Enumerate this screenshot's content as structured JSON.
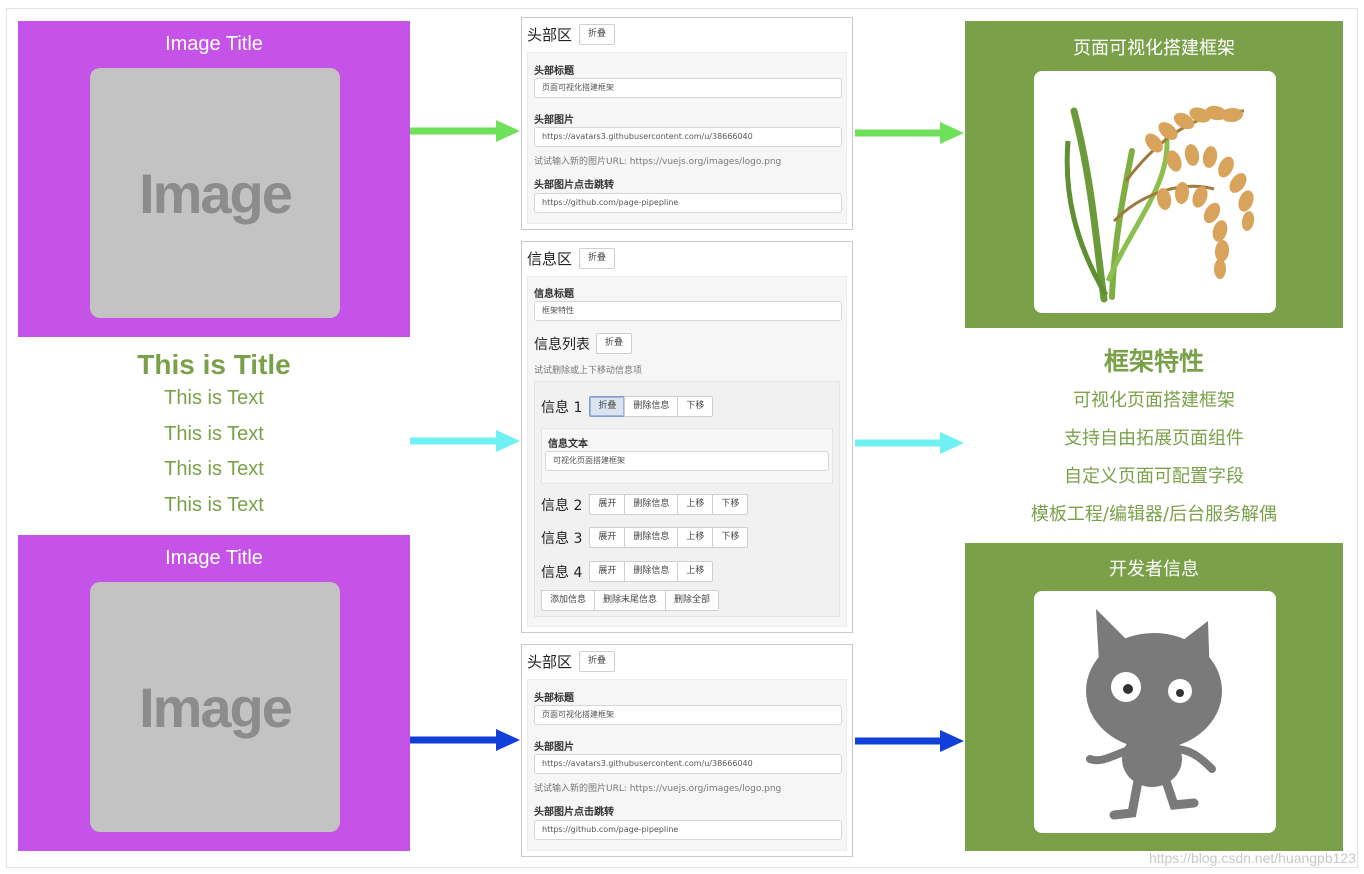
{
  "left": {
    "top_image": {
      "title": "Image Title",
      "placeholder": "Image"
    },
    "text_block": {
      "title": "This is Title",
      "lines": [
        "This is Text",
        "This is Text",
        "This is Text",
        "This is Text"
      ]
    },
    "bottom_image": {
      "title": "Image Title",
      "placeholder": "Image"
    }
  },
  "panels": {
    "header_top": {
      "title": "头部区",
      "collapse_label": "折叠",
      "fields": {
        "title_label": "头部标题",
        "title_value": "页面可视化搭建框架",
        "image_label": "头部图片",
        "image_value": "https://avatars3.githubusercontent.com/u/38666040",
        "hint": "试试输入新的图片URL: https://vuejs.org/images/logo.png",
        "link_label": "头部图片点击跳转",
        "link_value": "https://github.com/page-pipepline"
      }
    },
    "info": {
      "title": "信息区",
      "collapse_label": "折叠",
      "info_title_label": "信息标题",
      "info_title_value": "框架特性",
      "list_title": "信息列表",
      "list_collapse_label": "折叠",
      "list_hint": "试试删除或上下移动信息项",
      "items": [
        {
          "name": "信息 1",
          "buttons": [
            "折叠",
            "删除信息",
            "下移"
          ]
        },
        {
          "name": "信息 2",
          "buttons": [
            "展开",
            "删除信息",
            "上移",
            "下移"
          ]
        },
        {
          "name": "信息 3",
          "buttons": [
            "展开",
            "删除信息",
            "上移",
            "下移"
          ]
        },
        {
          "name": "信息 4",
          "buttons": [
            "展开",
            "删除信息",
            "上移"
          ]
        }
      ],
      "item1_text_label": "信息文本",
      "item1_text_value": "可视化页面搭建框架",
      "footer_buttons": [
        "添加信息",
        "删除末尾信息",
        "删除全部"
      ]
    },
    "header_bottom": {
      "title": "头部区",
      "collapse_label": "折叠",
      "fields": {
        "title_label": "头部标题",
        "title_value": "页面可视化搭建框架",
        "image_label": "头部图片",
        "image_value": "https://avatars3.githubusercontent.com/u/38666040",
        "hint": "试试输入新的图片URL: https://vuejs.org/images/logo.png",
        "link_label": "头部图片点击跳转",
        "link_value": "https://github.com/page-pipepline"
      }
    }
  },
  "right": {
    "top_title": "页面可视化搭建框架",
    "features_title": "框架特性",
    "features": [
      "可视化页面搭建框架",
      "支持自由拓展页面组件",
      "自定义页面可配置字段",
      "模板工程/编辑器/后台服务解偶"
    ],
    "bottom_title": "开发者信息"
  },
  "arrow_colors": {
    "top": "#6ee05a",
    "middle": "#6ff0f2",
    "bottom": "#1140d8"
  },
  "colors": {
    "purple": "#c653e8",
    "green": "#7aa14a",
    "placeholder": "#c3c3c3"
  },
  "watermark": "https://blog.csdn.net/huangpb123"
}
